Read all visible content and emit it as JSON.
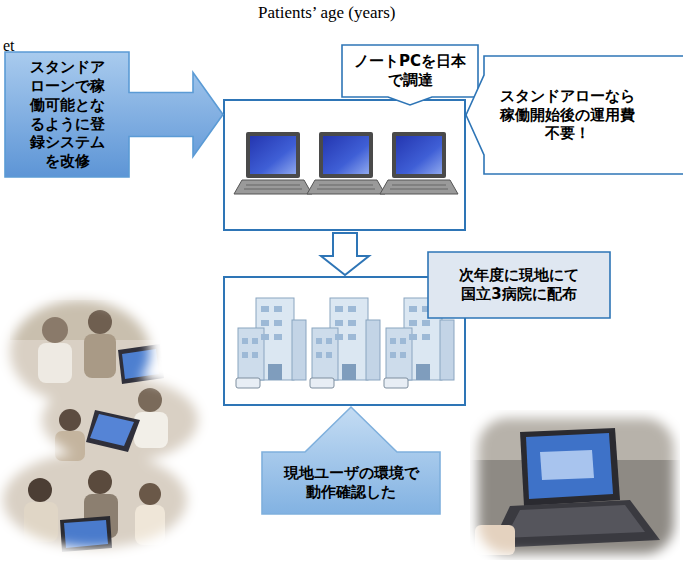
{
  "diagram": {
    "nodes": [
      {
        "text": [
          "ノートPCを日本で調達"
        ]
      },
      {
        "text": [
          "スタンドアローンで稼働可能となるように登録システムを改修"
        ]
      },
      {
        "text": [
          "スタンドアローなら稼働開始後の運用費不要！"
        ]
      },
      {
        "text": [
          "次年度に現地にて国立3病院に配布"
        ]
      },
      {
        "text": [
          "現地ユーザの環境で動作確認した"
        ]
      }
    ],
    "labels": [
      "Patients’ age (years)",
      "et"
    ]
  }
}
